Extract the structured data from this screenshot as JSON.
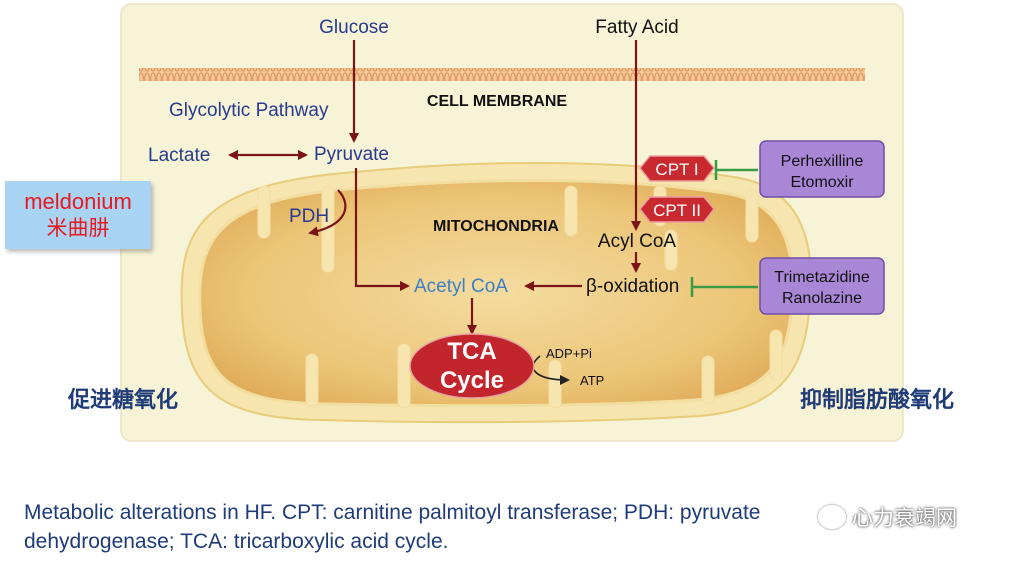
{
  "diagram": {
    "glucose": "Glucose",
    "fatty_acid": "Fatty Acid",
    "cell_membrane": "CELL MEMBRANE",
    "glycolytic_pathway": "Glycolytic Pathway",
    "lactate": "Lactate",
    "pyruvate": "Pyruvate",
    "pdh": "PDH",
    "mitochondria": "MITOCHONDRIA",
    "cpt1": "CPT I",
    "cpt2": "CPT II",
    "acyl_coa": "Acyl CoA",
    "acetyl_coa": "Acetyl CoA",
    "beta_oxidation": "β-oxidation",
    "tca_line1": "TCA",
    "tca_line2": "Cycle",
    "adp_pi": "ADP+Pi",
    "atp": "ATP",
    "drug1_line1": "Perhexilline",
    "drug1_line2": "Etomoxir",
    "drug2_line1": "Trimetazidine",
    "drug2_line2": "Ranolazine"
  },
  "overlay": {
    "meldonium_en": "meldonium",
    "meldonium_zh": "米曲肼",
    "left_note": "促进糖氧化",
    "right_note": "抑制脂肪酸氧化"
  },
  "caption": "Metabolic alterations in HF. CPT: carnitine palmitoyl transferase; PDH: pyruvate dehydrogenase; TCA: tricarboxylic acid cycle.",
  "watermark": "心力衰竭网",
  "colors": {
    "panel_bg": "#f7f3d6",
    "mito_fill": "#e9be6a",
    "mito_stroke": "#e7cc7a",
    "arrow": "#7a1418",
    "cpt_fill": "#c92a30",
    "tca_fill": "#c2252c",
    "drug_fill": "#a986d6",
    "inhibit": "#3b9b45",
    "text_blue": "#283a8f",
    "acetyl_blue": "#3d7fc7"
  }
}
